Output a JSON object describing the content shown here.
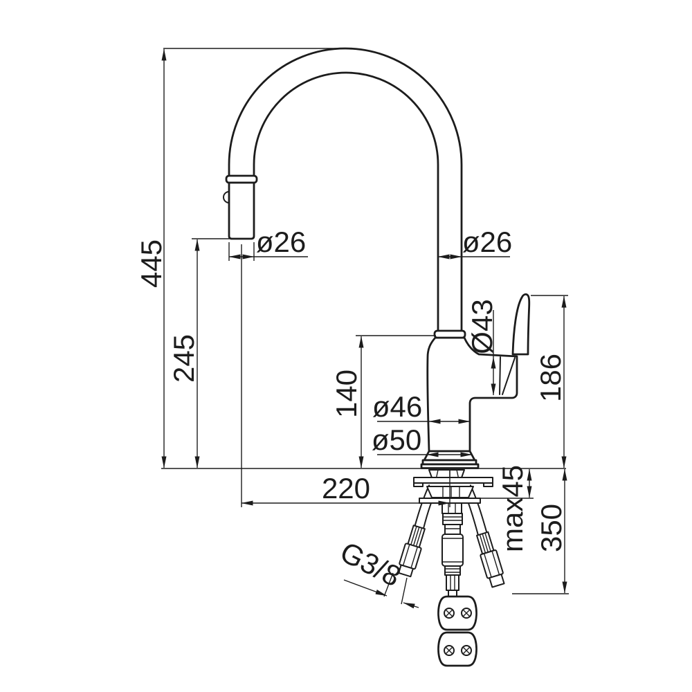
{
  "drawing": {
    "background_color": "#ffffff",
    "line_color": "#1c1c1c",
    "type": "faucet-installation-dimension-drawing",
    "dimensions": {
      "overall_height": "445",
      "spout_outlet_height": "245",
      "spray_head_diameter": "ø26",
      "spout_tube_diameter": "ø26",
      "cartridge_housing_diameter": "Ø43",
      "body_inlet_height": "140",
      "body_diameter": "ø46",
      "base_diameter": "ø50",
      "handle_top_height": "186",
      "spout_reach": "220",
      "max_mounting_thickness": "max45",
      "supply_hose_drop": "350",
      "hose_thread": "G3/8"
    }
  }
}
